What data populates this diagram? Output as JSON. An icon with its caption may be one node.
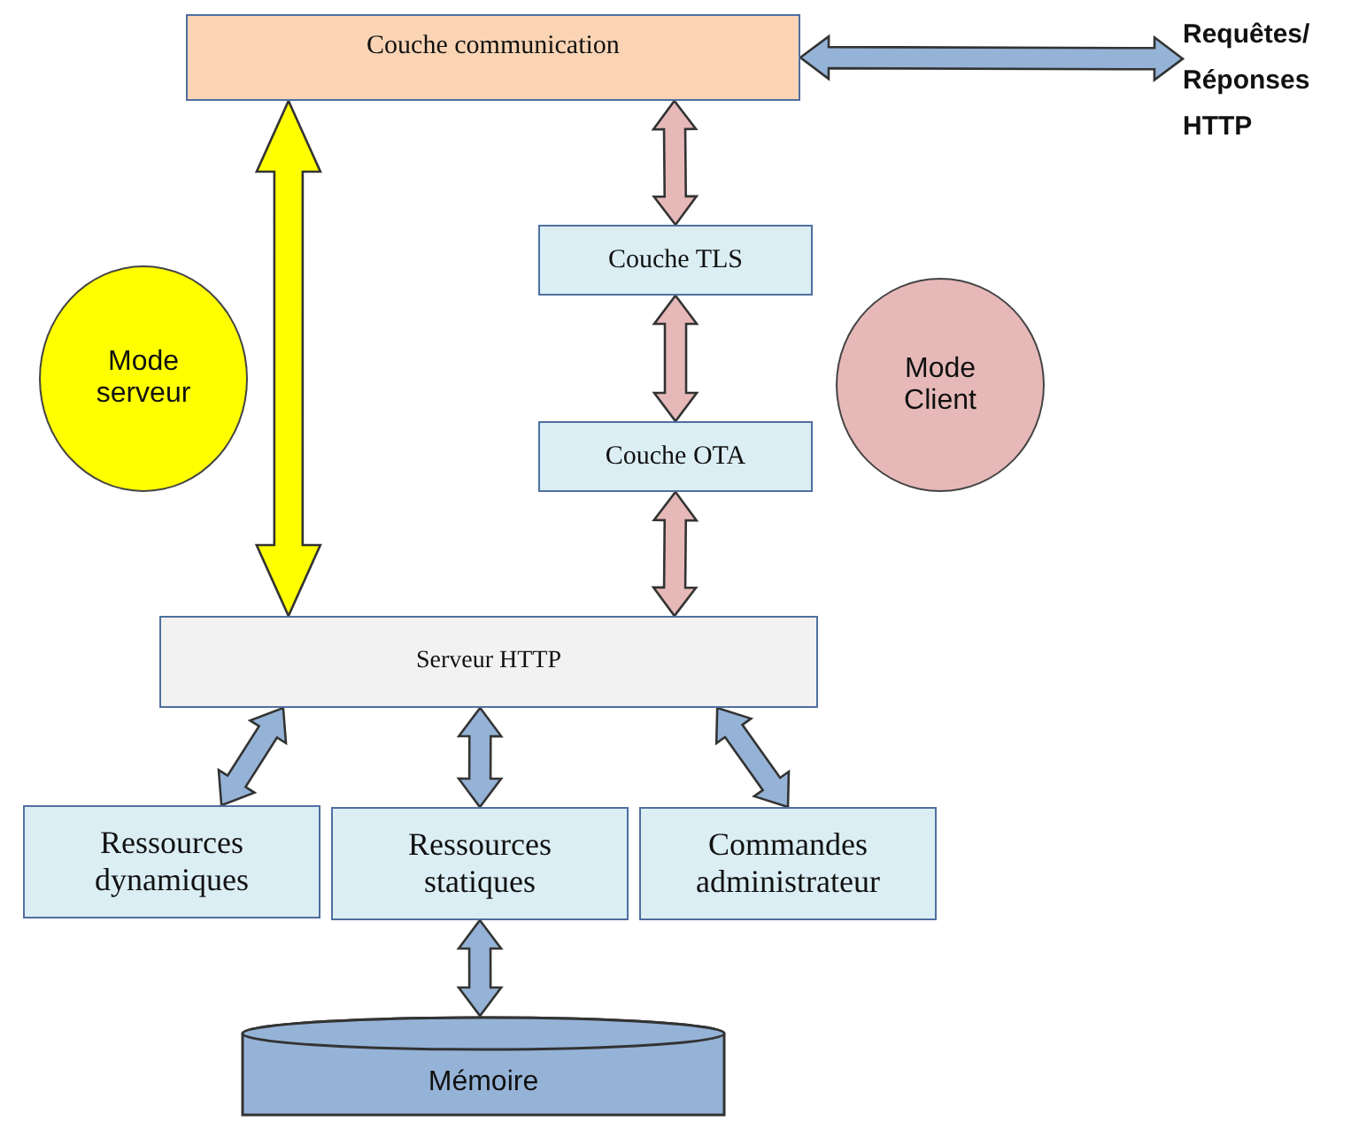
{
  "diagram": {
    "nodes": [
      {
        "text": [
          "Couche communication"
        ]
      },
      {
        "text": [
          "Requêtes/ Réponses HTTP"
        ]
      },
      {
        "text": [
          "Couche TLS"
        ]
      },
      {
        "text": [
          "Mode serveur"
        ]
      },
      {
        "text": [
          "Mode Client"
        ]
      },
      {
        "text": [
          "Couche OTA"
        ]
      },
      {
        "text": [
          "Serveur HTTP"
        ]
      },
      {
        "text": [
          "Ressources dynamiques"
        ]
      },
      {
        "text": [
          "Ressources statiques"
        ]
      },
      {
        "text": [
          "Commandes administrateur"
        ]
      },
      {
        "text": [
          "Mémoire"
        ]
      }
    ],
    "edges": [
      {
        "from": 0,
        "to": 1,
        "arrow": "both"
      },
      {
        "from": 0,
        "to": 6,
        "arrow": "both",
        "style": "thick",
        "color": "#ffff00"
      },
      {
        "from": 0,
        "to": 2,
        "arrow": "both",
        "color": "#e6b9b8"
      },
      {
        "from": 2,
        "to": 5,
        "arrow": "both",
        "color": "#e6b9b8"
      },
      {
        "from": 5,
        "to": 6,
        "arrow": "both",
        "color": "#e6b9b8"
      },
      {
        "from": 6,
        "to": 7,
        "arrow": "both"
      },
      {
        "from": 6,
        "to": 8,
        "arrow": "both"
      },
      {
        "from": 6,
        "to": 9,
        "arrow": "both"
      },
      {
        "from": 8,
        "to": 10,
        "arrow": "both"
      }
    ]
  }
}
